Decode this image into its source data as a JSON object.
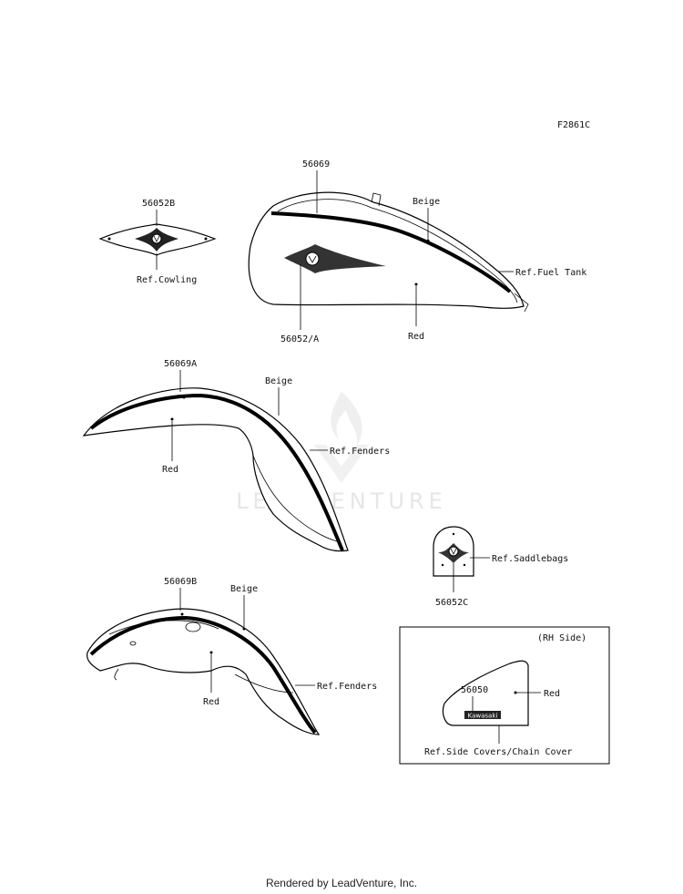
{
  "figure_code": "F2861C",
  "watermark": "LEADVENTURE",
  "footer": "Rendered by LeadVenture, Inc.",
  "parts": {
    "cowling_emblem": {
      "part_no": "56052B",
      "ref": "Ref.Cowling"
    },
    "tank_stripe": {
      "part_no": "56069",
      "color_top": "Beige",
      "ref": "Ref.Fuel Tank",
      "color_bottom": "Red"
    },
    "tank_emblem": {
      "part_no": "56052/A"
    },
    "front_fender": {
      "part_no": "56069A",
      "color_top": "Beige",
      "color_bottom": "Red",
      "ref": "Ref.Fenders"
    },
    "saddlebag_emblem": {
      "part_no": "56052C",
      "ref": "Ref.Saddlebags"
    },
    "rear_fender": {
      "part_no": "56069B",
      "color_top": "Beige",
      "color_bottom": "Red",
      "ref": "Ref.Fenders"
    },
    "side_cover": {
      "part_no": "56050",
      "side": "(RH Side)",
      "color": "Red",
      "ref": "Ref.Side Covers/Chain Cover",
      "brand": "Kawasaki"
    }
  }
}
